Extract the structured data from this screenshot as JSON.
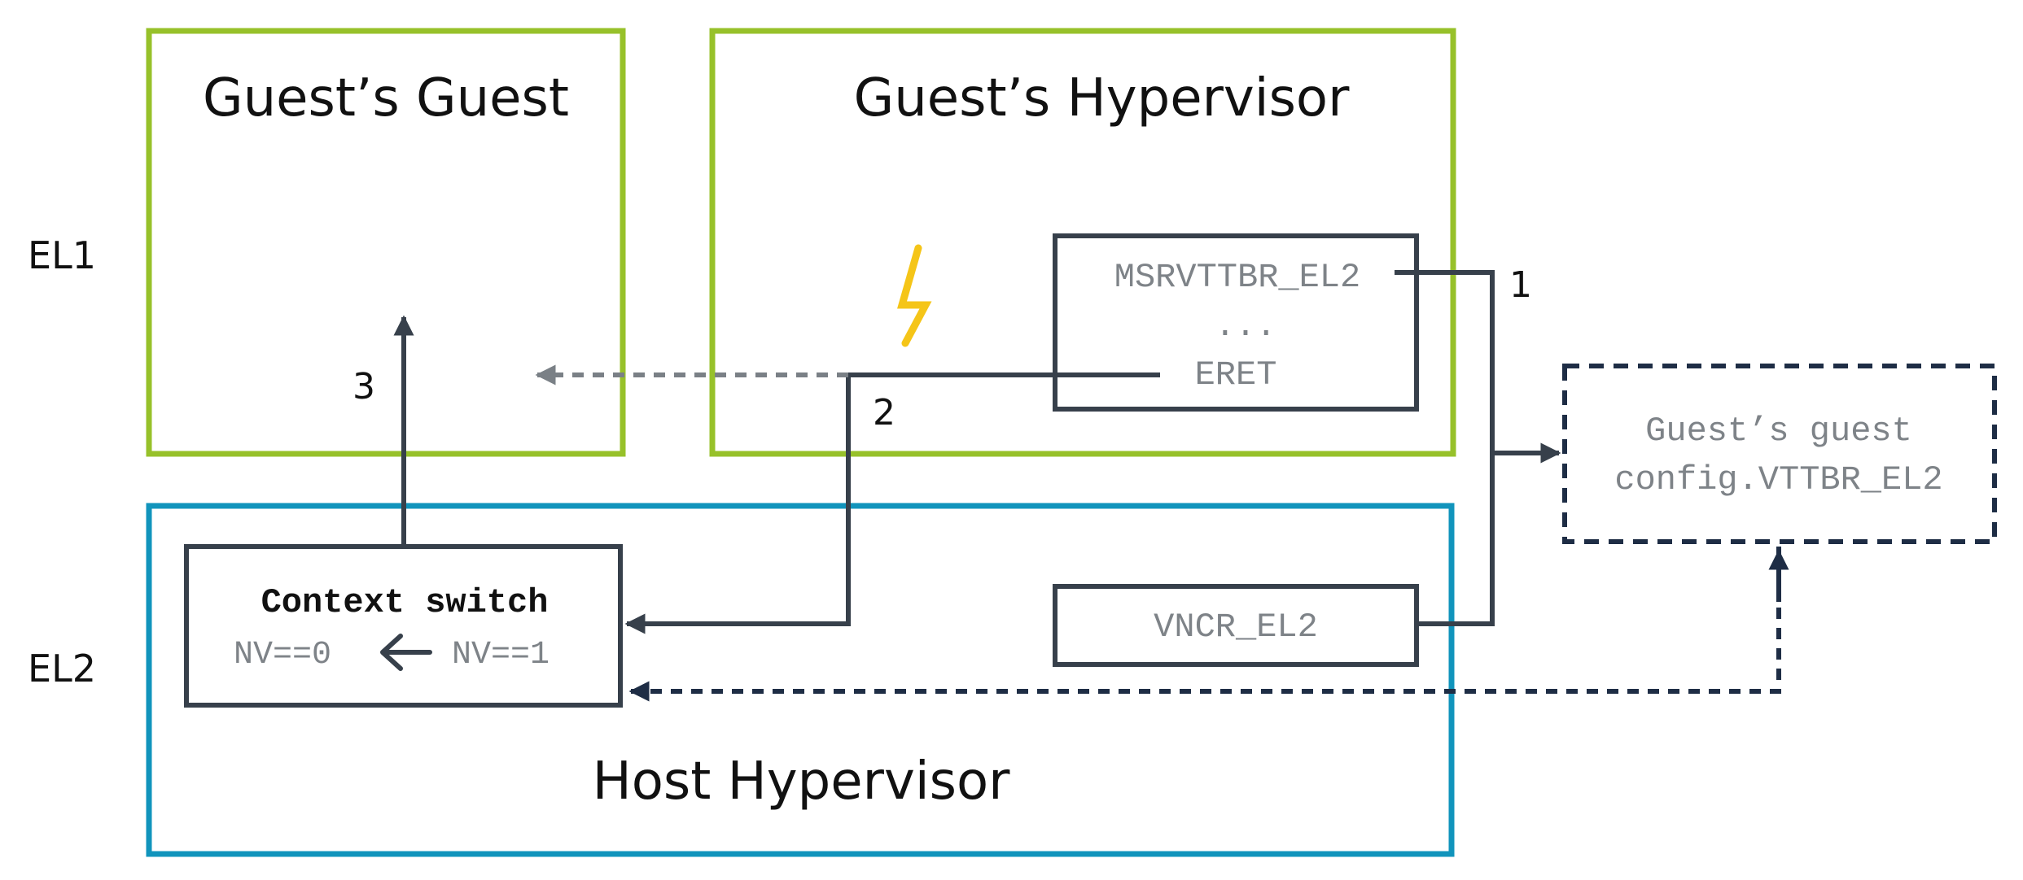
{
  "levels": {
    "el1": "EL1",
    "el2": "EL2"
  },
  "boxes": {
    "guests_guest": "Guest’s Guest",
    "guests_hypervisor": "Guest’s Hypervisor",
    "host_hypervisor": "Host Hypervisor"
  },
  "code_block": {
    "line1": "MSRVTTBR_EL2",
    "line2": "...",
    "line3": "ERET"
  },
  "config": {
    "line1": "Guest’s guest",
    "line2": "config.VTTBR_EL2"
  },
  "context_switch": {
    "title": "Context switch",
    "from": "NV==0",
    "to": "NV==1"
  },
  "vncr": "VNCR_EL2",
  "steps": {
    "one": "1",
    "two": "2",
    "three": "3"
  },
  "icons": {
    "exception": "lightning-bolt-icon",
    "direction": "left-arrow-icon"
  },
  "colors": {
    "guest_border": "#97c12a",
    "host_border": "#1194bc",
    "dark": "#37404b",
    "grey_text": "#7e8388",
    "grey_arrow": "#7a8086",
    "navy": "#1e2d45",
    "bolt": "#f5c518"
  }
}
